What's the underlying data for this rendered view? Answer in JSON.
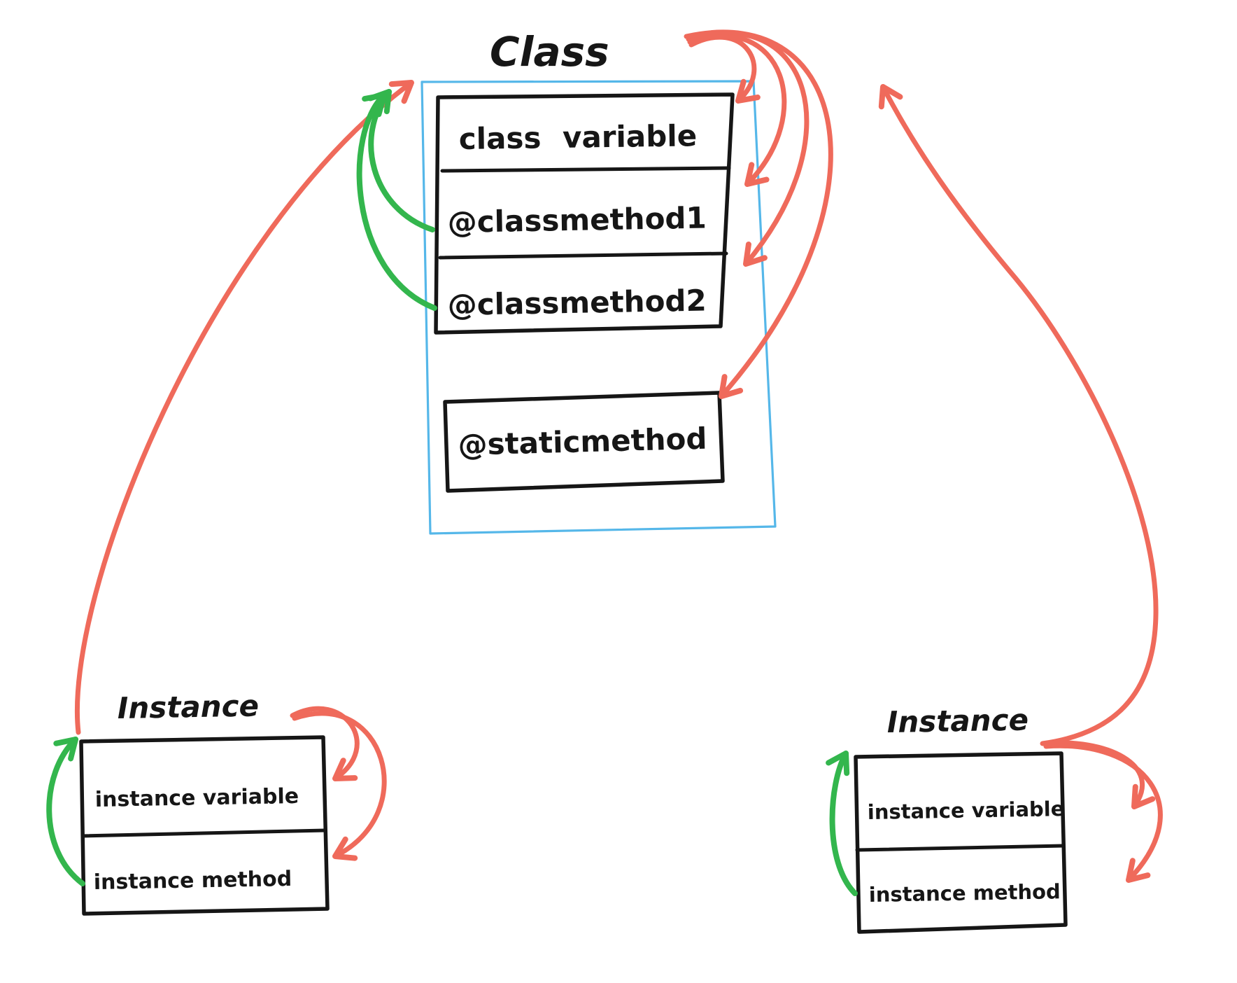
{
  "colors": {
    "red": "#EF6A5B",
    "green": "#33B64D",
    "blue": "#55B7E9",
    "ink": "#161616"
  },
  "class_box": {
    "title": "Class",
    "rows": [
      "class variable",
      "@classmethod1",
      "@classmethod2"
    ],
    "static_method": "@staticmethod"
  },
  "instance_left": {
    "title": "Instance",
    "rows": [
      "instance variable",
      "instance method"
    ]
  },
  "instance_right": {
    "title": "Instance",
    "rows": [
      "instance variable",
      "instance method"
    ]
  }
}
